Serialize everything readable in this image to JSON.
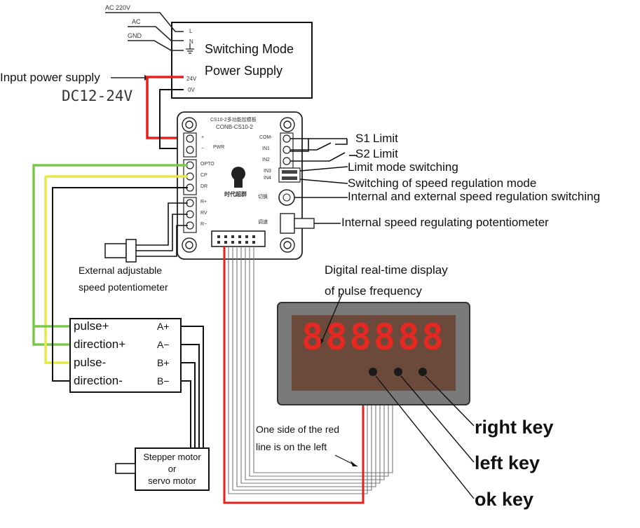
{
  "psu": {
    "title_line1": "Switching Mode",
    "title_line2": "Power Supply",
    "pin_l": "L",
    "pin_n": "N",
    "pin_24v": "24V",
    "pin_0v": "0V",
    "in_ac220": "AC 220V",
    "in_ac": "AC",
    "in_gnd": "GND"
  },
  "input_label": "Input power supply",
  "voltage_label": "DC12-24V",
  "module": {
    "title_cn": "CS10-2多功能控模板",
    "model": "CONB-CS10-2",
    "pwr": "PWR",
    "left_pins": [
      "+",
      "−",
      "OPTO",
      "CP",
      "DR",
      "R+",
      "RV",
      "R−"
    ],
    "right_pins": [
      "COM-",
      "IN1",
      "IN2",
      "IN3",
      "IN4"
    ],
    "switch_cn": "切换",
    "pot_cn": "调速",
    "brand_cn": "时代超群"
  },
  "limits": {
    "s1": "S1",
    "s2": "S2",
    "limit": "Limit"
  },
  "callouts": {
    "limit_mode": "Limit mode switching",
    "speed_mode": "Switching of speed regulation mode",
    "int_ext": "Internal and external speed regulation switching",
    "int_pot": "Internal speed regulating potentiometer",
    "ext_pot_line1": "External adjustable",
    "ext_pot_line2": "speed potentiometer",
    "display_line1": "Digital real-time display",
    "display_line2": "of pulse frequency",
    "red_line_1": "One side of the red",
    "red_line_2": "line is on the left"
  },
  "driver": {
    "inputs": [
      "pulse+",
      "direction+",
      "pulse-",
      "direction-"
    ],
    "outputs": [
      "A+",
      "A−",
      "B+",
      "B−"
    ]
  },
  "motor": {
    "line1": "Stepper motor",
    "line2": "or",
    "line3": "servo motor"
  },
  "display": {
    "digits": "888888"
  },
  "keys": {
    "right": "right key",
    "left": "left key",
    "ok": "ok key"
  },
  "colors": {
    "red_wire": "#e8201c",
    "green_wire": "#7cc84a",
    "yellow_wire": "#e6e84a",
    "display_body": "#7a7a7a",
    "display_screen": "#6b4a3c",
    "segment": "#e52822"
  }
}
